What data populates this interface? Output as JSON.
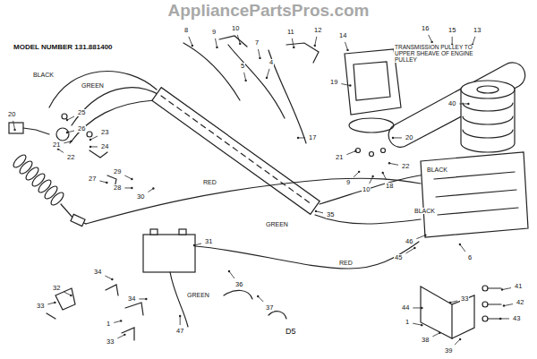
{
  "diagram": {
    "title": "MODEL NUMBER 131.881400",
    "labels": [
      "AppliancePartsPros.com",
      "BLACK",
      "GREEN",
      "TRANSMISSION PULLEY TO UPPER SHEAVE OF ENGINE PULLEY",
      "RED",
      "GREEN",
      "BLACK",
      "BLACK",
      "RED",
      "GREEN",
      "D5",
      "8",
      "9",
      "10",
      "7",
      "5",
      "4",
      "11",
      "12",
      "14",
      "16",
      "15",
      "13",
      "19",
      "20",
      "21",
      "22",
      "9",
      "10",
      "18",
      "40",
      "45",
      "46",
      "6",
      "44",
      "33",
      "1",
      "38",
      "39",
      "41",
      "42",
      "43",
      "35",
      "17",
      "20",
      "25",
      "26",
      "23",
      "24",
      "21",
      "22",
      "27",
      "29",
      "28",
      "30",
      "31",
      "34",
      "32",
      "33",
      "34",
      "1",
      "33",
      "47",
      "36",
      "37"
    ]
  }
}
